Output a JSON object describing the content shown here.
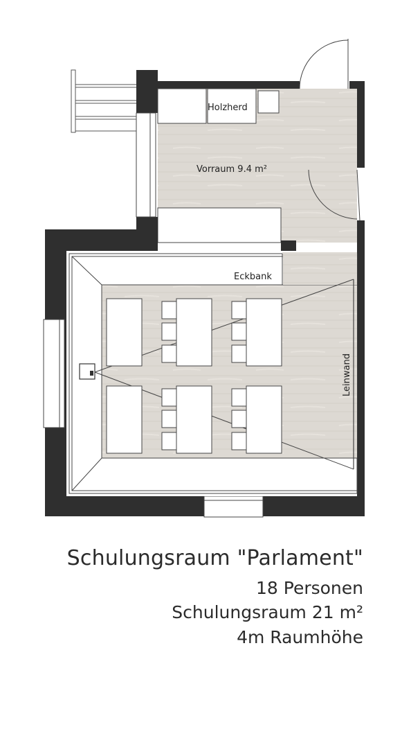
{
  "rooms": {
    "holzherd_label": "Holzherd",
    "vorraum_label": "Vorraum 9.4 m²",
    "eckbank_label": "Eckbank",
    "leinwand_label": "Leinwand"
  },
  "caption": {
    "title": "Schulungsraum \"Parlament\"",
    "capacity": "18 Personen",
    "area": "Schulungsraum 21 m²",
    "height": "4m Raumhöhe"
  },
  "colors": {
    "wall": "#2f2f2f",
    "floor": "#ddd9d3",
    "furniture": "#ffffff",
    "line": "#444444",
    "text": "#2b2b2b"
  }
}
